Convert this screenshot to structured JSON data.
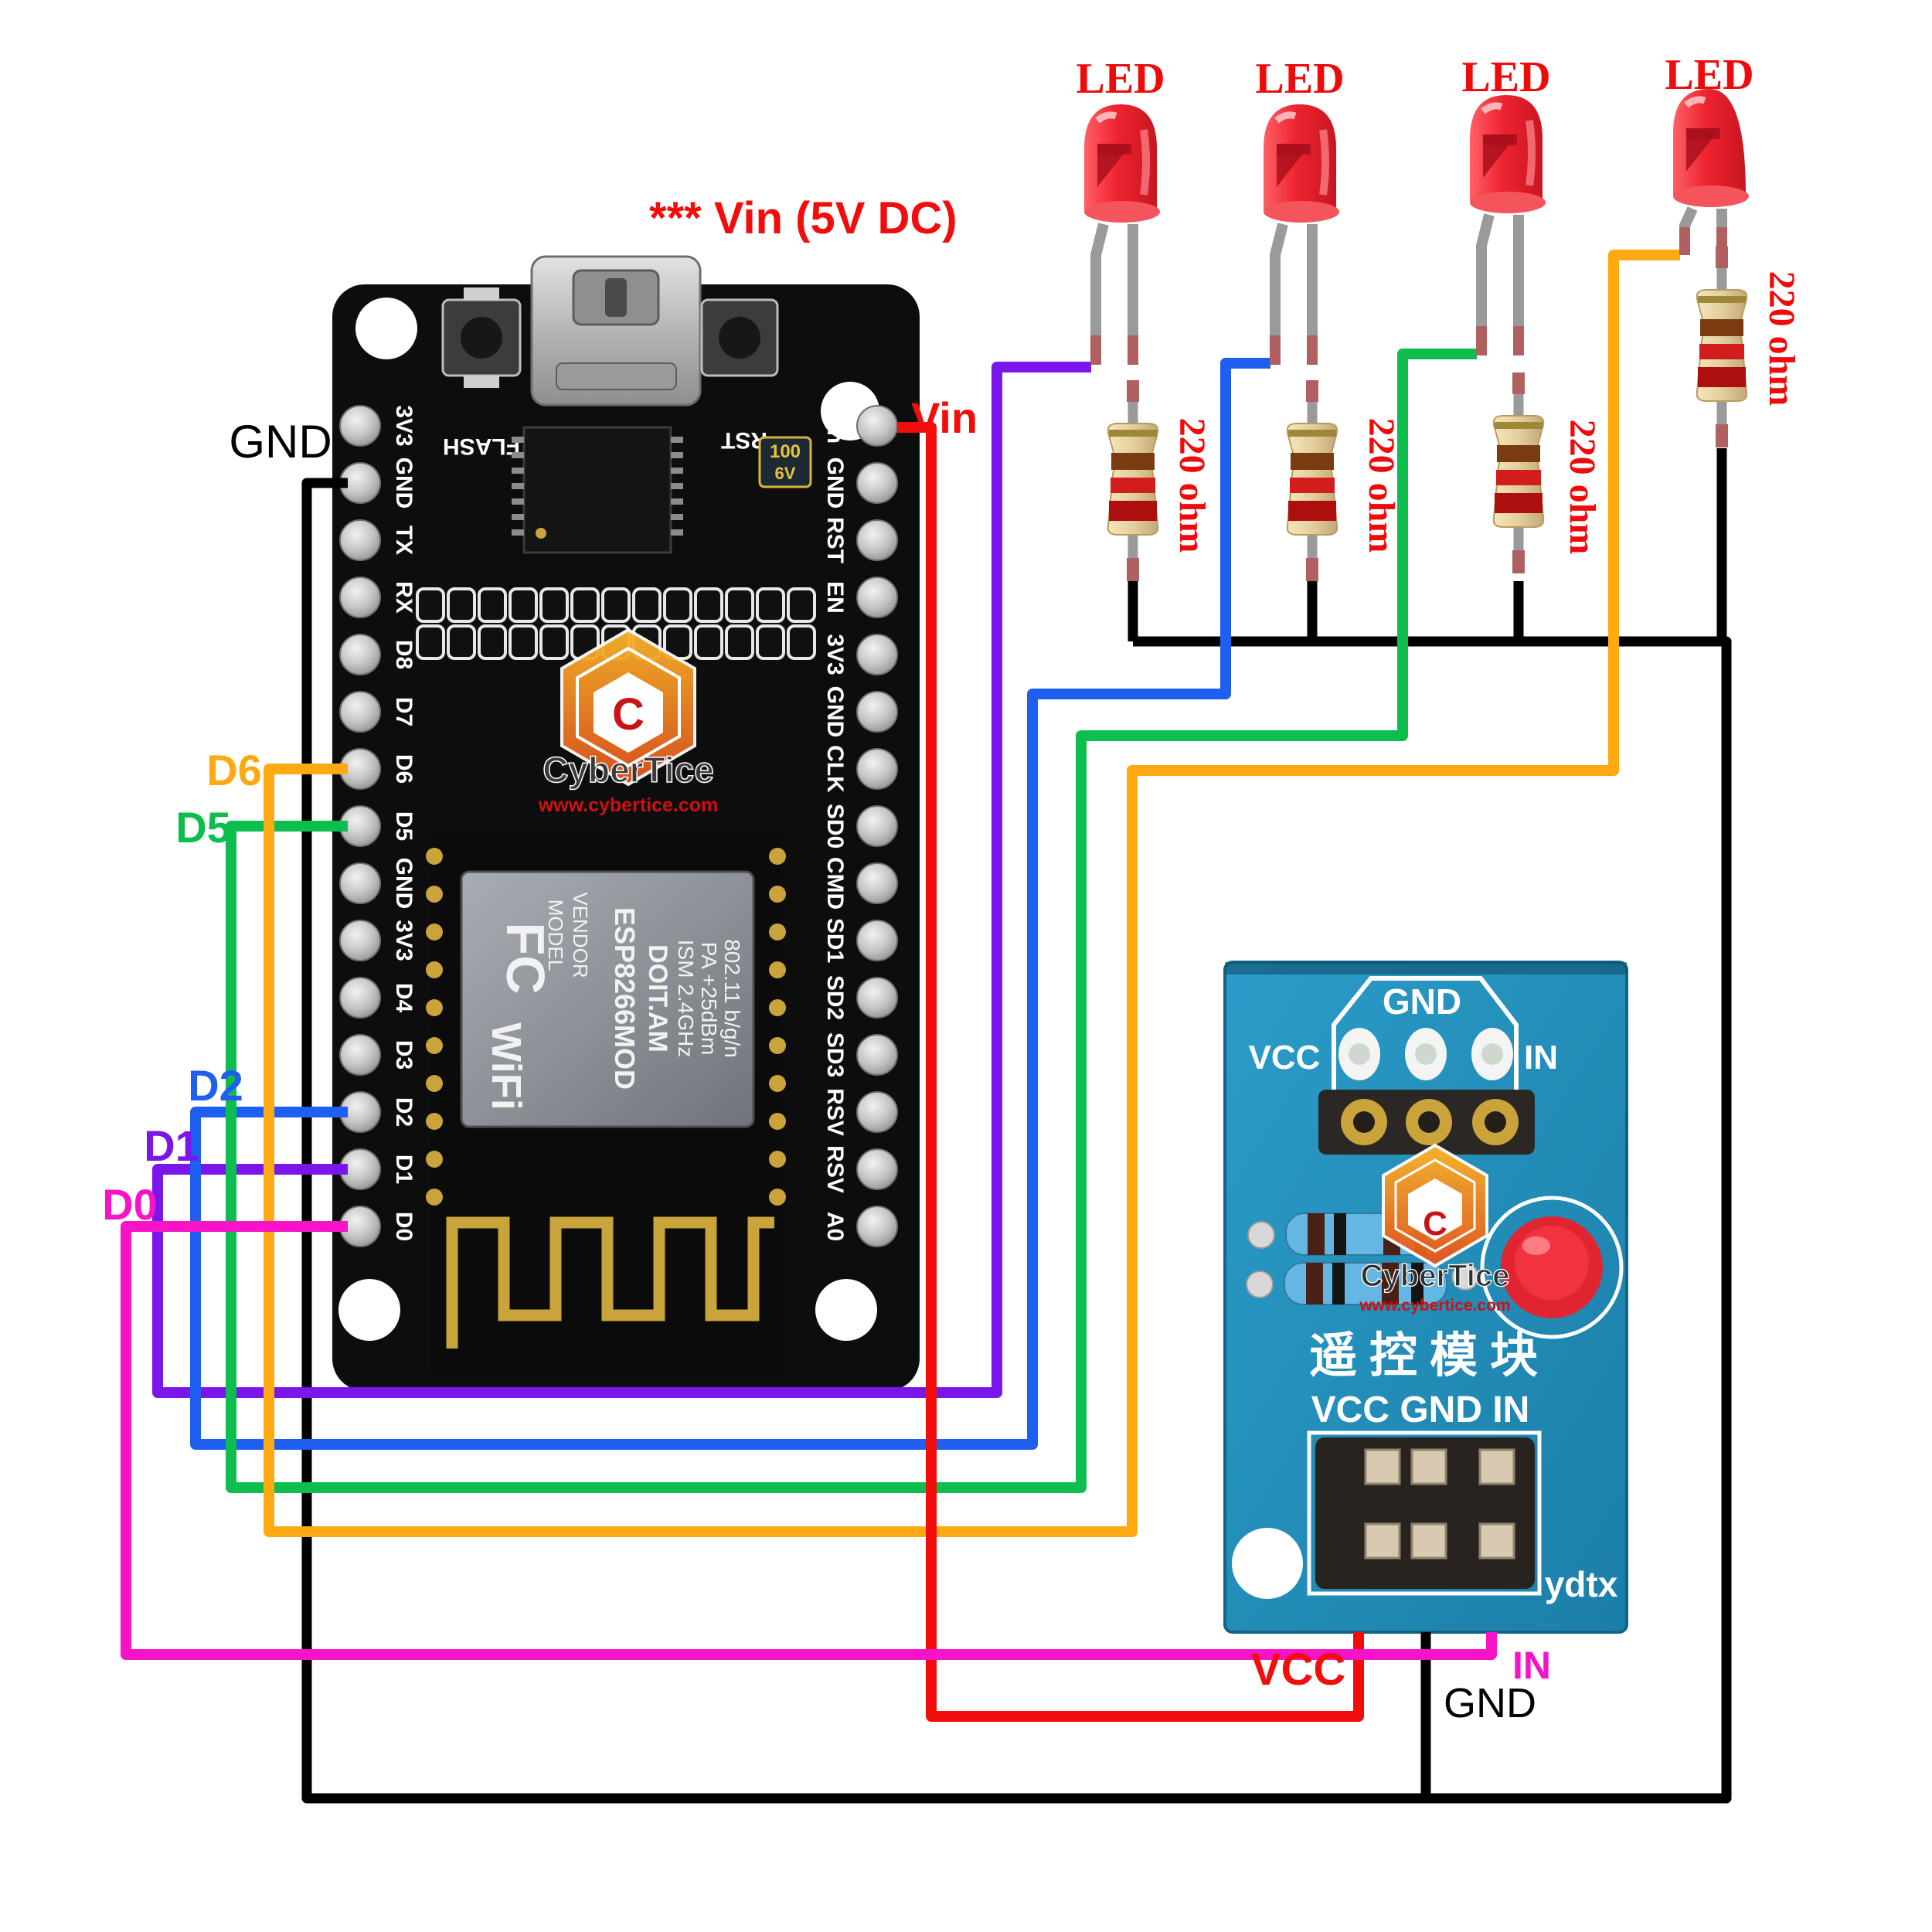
{
  "title_note": "*** Vin (5V DC)",
  "labels": {
    "gnd_top": "GND",
    "vin_pin": "Vin",
    "d6": "D6",
    "d5": "D5",
    "d2": "D2",
    "d1": "D1",
    "d0": "D0",
    "vcc_bottom": "VCC",
    "in_bottom": "IN",
    "gnd_bottom": "GND"
  },
  "leds": {
    "label": "LED",
    "resistor_label": "220 ohm",
    "count": 4
  },
  "board": {
    "pins_left": [
      "3V3",
      "GND",
      "TX",
      "RX",
      "D8",
      "D7",
      "D6",
      "D5",
      "GND",
      "3V3",
      "D4",
      "D3",
      "D2",
      "D1",
      "D0"
    ],
    "pins_right": [
      "Vin",
      "GND",
      "RST",
      "EN",
      "3V3",
      "GND",
      "CLK",
      "SD0",
      "CMD",
      "SD1",
      "SD2",
      "SD3",
      "RSV",
      "RSV",
      "A0"
    ],
    "flash_button": "FLASH",
    "rst_button": "RST",
    "cap_line1": "100",
    "cap_line2": "6V",
    "esp": {
      "fcc": "FC",
      "wifi": "WiFi",
      "model": "MODEL",
      "vendor": "VENDOR",
      "line1": "ESP8266MOD",
      "line2": "DOIT.AM",
      "line3": "ISM 2.4GHz",
      "line4": "PA +25dBm",
      "line5": "802.11 b/g/n"
    }
  },
  "ir_module": {
    "gnd": "GND",
    "vcc": "VCC",
    "in": "IN",
    "chinese_title": "遥控模块",
    "pin_row_label": "VCC GND IN",
    "maker": "ydtx"
  },
  "logo": {
    "name": "CyberTice",
    "url": "www.cybertice.com"
  },
  "colors": {
    "wire_black": "#000000",
    "wire_red": "#f20d0d",
    "wire_magenta": "#f713c8",
    "wire_purple": "#7b16ea",
    "wire_blue": "#1e5ff0",
    "wire_green": "#0dbe4e",
    "wire_orange": "#ffa912",
    "module_blue": "#1f8fbd",
    "led_red": "#e8252f"
  }
}
